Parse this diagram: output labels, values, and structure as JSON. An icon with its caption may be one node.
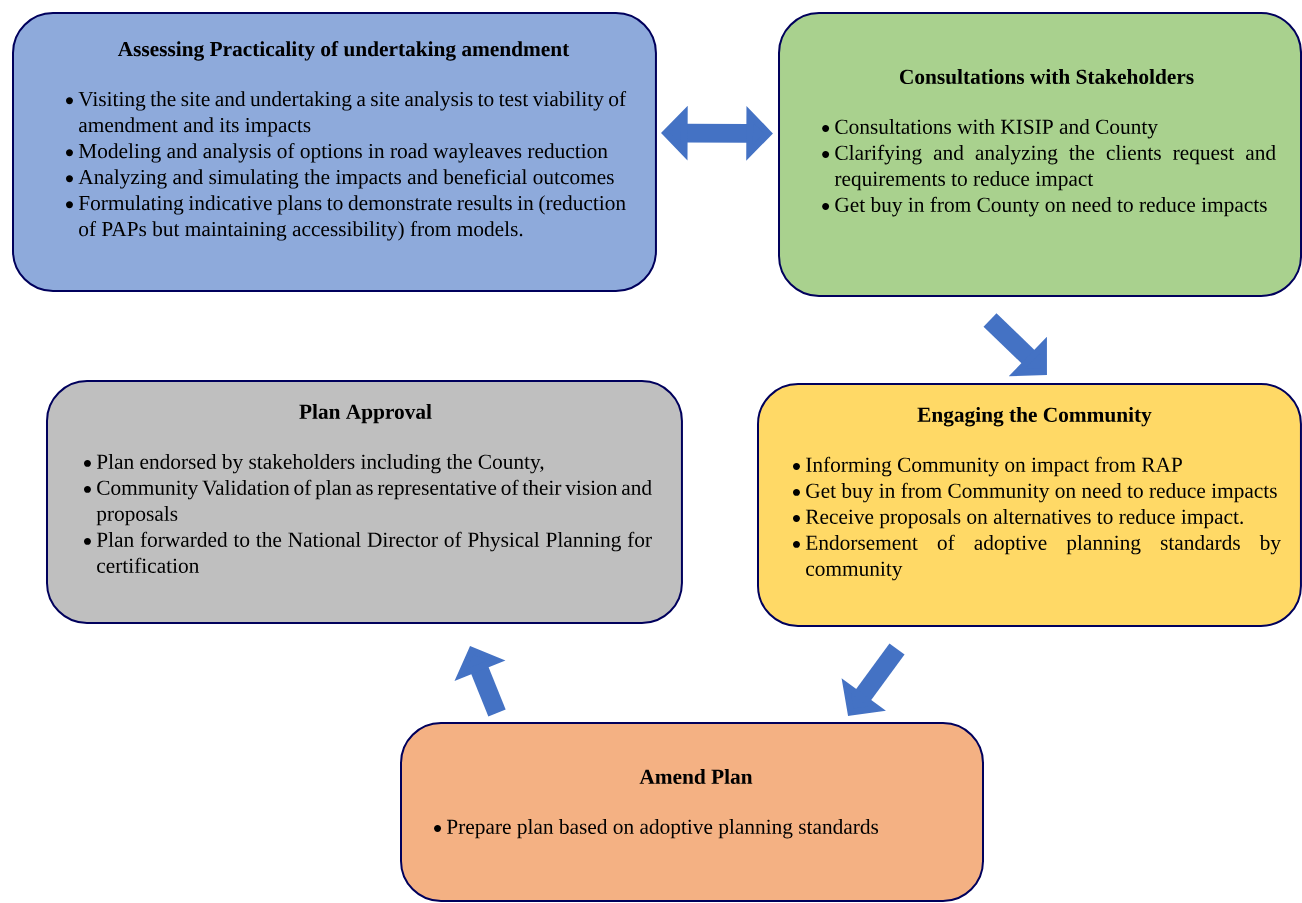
{
  "diagram": {
    "nodes": [
      {
        "text": [
          "Assessing Practicality of undertaking amendment",
          "Visiting the site and undertaking a site analysis to test viability of amendment and its impacts",
          "Modeling and analysis of options in road wayleaves reduction",
          "Analyzing and simulating the impacts and beneficial outcomes",
          "Formulating indicative plans to demonstrate results in (reduction of PAPs but maintaining accessibility) from models."
        ]
      },
      {
        "text": [
          "Consultations with Stakeholders",
          "Consultations with KISIP and County",
          "Clarifying and analyzing the clients request and requirements to reduce impact",
          "Get buy in from County on need to reduce impacts"
        ]
      },
      {
        "text": [
          "Engaging the Community",
          "Informing Community on impact from RAP",
          "Get buy in from Community on need to reduce impacts",
          "Receive proposals on alternatives to reduce impact.",
          "Endorsement of adoptive planning standards by community"
        ]
      },
      {
        "text": [
          "Amend Plan",
          "Prepare plan based on adoptive planning standards"
        ]
      },
      {
        "text": [
          "Plan Approval",
          "Plan endorsed by stakeholders including the County,",
          "Community Validation of plan as representative of their vision and proposals",
          "Plan forwarded to the National Director of Physical Planning for certification"
        ]
      }
    ],
    "edges": [
      {
        "from": 0,
        "to": 1,
        "arrow": "both"
      },
      {
        "from": 1,
        "to": 2,
        "arrow": "to"
      },
      {
        "from": 2,
        "to": 3,
        "arrow": "to"
      },
      {
        "from": 3,
        "to": 4,
        "arrow": "to"
      }
    ]
  }
}
